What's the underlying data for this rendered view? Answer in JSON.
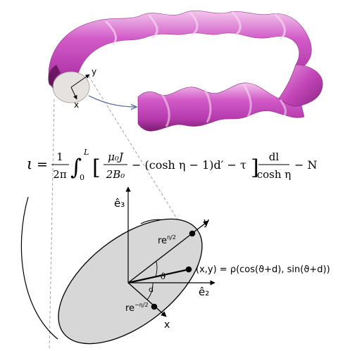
{
  "colors": {
    "tube": "#c147b9",
    "tube_dark": "#5a1052",
    "tube_light": "#f1c6ea",
    "ellipse_fill": "#d7d7d7",
    "dashed": "#9a9a9a",
    "arrow_blue": "#5a6ea8"
  },
  "top_frame": {
    "y_label": "y",
    "x_label": "x",
    "arrow_icon": "arrow-icon"
  },
  "formula": {
    "lhs": "ι",
    "eq": "=",
    "frac_num": "1",
    "frac_den": "2π",
    "integral": "∫",
    "int_lower": "0",
    "int_upper": "L",
    "lbr": "[",
    "mu_num": "μ₀J",
    "mu_den": "2B₀",
    "middle": "− (cosh η − 1)d′ − τ",
    "rbr": "]",
    "dl_num": "dl",
    "dl_den": "cosh η",
    "tail": "− N"
  },
  "cross_section": {
    "e3_label": "ê₃",
    "e3_hat": "^",
    "e2_label": "ê₂",
    "e2_hat": "^",
    "y_label": "y",
    "x_label": "x",
    "re_pos": "re",
    "re_pos_exp": "η/2",
    "re_neg": "re",
    "re_neg_exp": "−η/2",
    "point_label": "(x,y) = ρ(cos(ϑ+d), sin(ϑ+d))",
    "theta_label": "ϑ",
    "d_label": "d"
  }
}
